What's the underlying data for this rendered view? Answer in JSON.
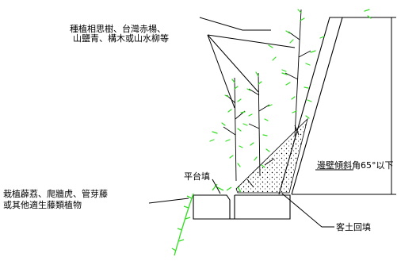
{
  "labels": {
    "trees_line1": "種植相思樹、台灣赤楊、",
    "trees_line2": "山鹽青、構木或山水柳等",
    "platform": "平台填",
    "vines_line1": "栽植薜荔、爬牆虎、管芽藤",
    "vines_line2": "或其他適生藤類植物",
    "slope": "邊壁傾斜角65°以下",
    "backfill": "客土回填"
  },
  "colors": {
    "vegetation": "#33dd22",
    "lines": "#000000",
    "background": "#ffffff"
  }
}
